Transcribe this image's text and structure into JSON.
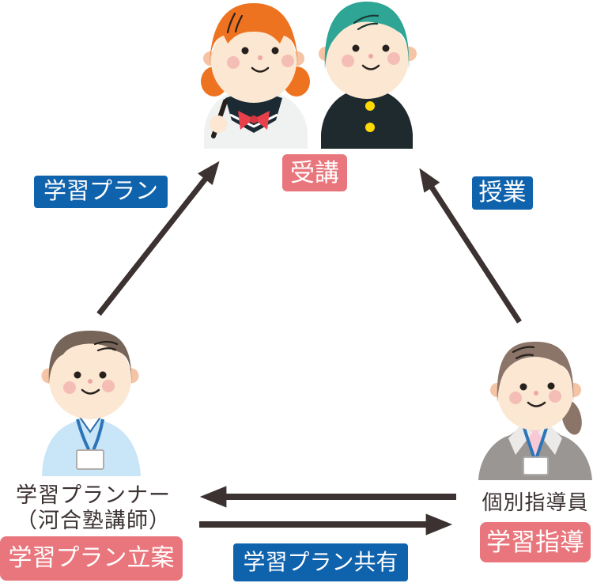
{
  "diagram": {
    "labels": {
      "attend": "受講",
      "plan": "学習プラン",
      "lesson": "授業",
      "plan_share": "学習プラン共有"
    },
    "planner": {
      "name_line1": "学習プランナー",
      "name_line2": "（河合塾講師）",
      "badge": "学習プラン立案"
    },
    "instructor": {
      "name": "個別指導員",
      "badge": "学習指導"
    },
    "illustrations": [
      "female-student-illustration",
      "male-student-illustration",
      "planner-illustration",
      "instructor-illustration"
    ],
    "colors": {
      "badge_blue": "#0F62AC",
      "badge_pink": "#E9767C",
      "arrow": "#3B3231",
      "text": "#3B3231"
    }
  }
}
